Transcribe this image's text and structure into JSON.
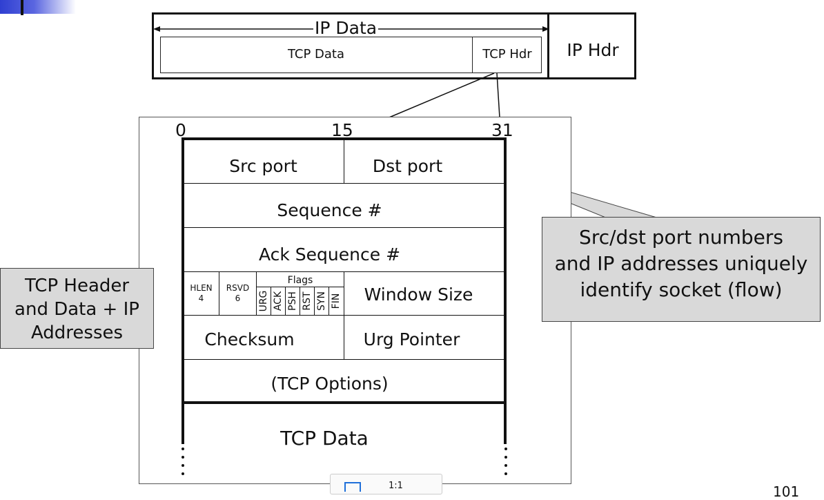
{
  "ip_packet": {
    "ip_data_label": "IP Data",
    "tcp_data_label": "TCP Data",
    "tcp_hdr_label": "TCP Hdr",
    "ip_hdr_label": "IP Hdr"
  },
  "tcp_header": {
    "bit_labels": [
      "0",
      "15",
      "31"
    ],
    "src_port": "Src port",
    "dst_port": "Dst port",
    "sequence": "Sequence #",
    "ack_sequence": "Ack Sequence #",
    "hlen": "HLEN",
    "hlen_bits": "4",
    "rsvd": "RSVD",
    "rsvd_bits": "6",
    "flags_label": "Flags",
    "flags": [
      "URG",
      "ACK",
      "PSH",
      "RST",
      "SYN",
      "FIN"
    ],
    "window_size": "Window Size",
    "checksum": "Checksum",
    "urg_pointer": "Urg Pointer",
    "tcp_options": "(TCP Options)",
    "tcp_data": "TCP Data"
  },
  "callouts": {
    "left": [
      "TCP Header",
      "and Data + IP",
      "Addresses"
    ],
    "right": [
      "Src/dst port numbers",
      "and IP addresses uniquely",
      "identify socket (flow)"
    ]
  },
  "viewer": {
    "zoom": "1:1",
    "page_number": "101"
  },
  "colors": {
    "callout_fill": "#d9d9d9",
    "logo_blue": "#2f3fd1",
    "line": "#111111"
  }
}
